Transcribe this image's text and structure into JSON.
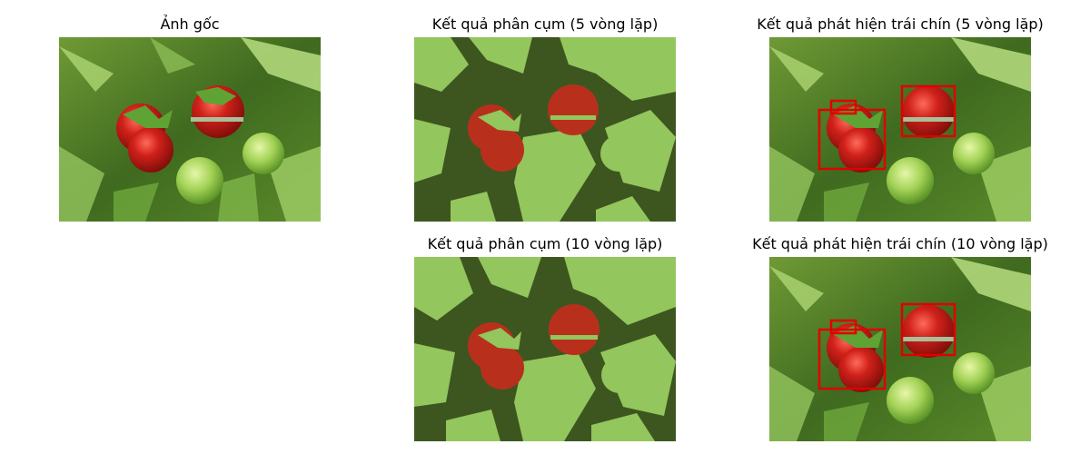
{
  "figure": {
    "panels": [
      {
        "id": "original",
        "title": "Ảnh gốc"
      },
      {
        "id": "cluster5",
        "title": "Kết quả phân cụm (5 vòng lặp)"
      },
      {
        "id": "detect5",
        "title": "Kết quả phát hiện trái chín (5 vòng lặp)"
      },
      {
        "id": "cluster10",
        "title": "Kết quả phân cụm (10 vòng lặp)"
      },
      {
        "id": "detect10",
        "title": "Kết quả phát hiện trái chín (10 vòng lặp)"
      }
    ]
  },
  "colors": {
    "cluster_dark_green": "#3d5620",
    "cluster_light_green": "#93c65c",
    "cluster_red": "#b8301c",
    "box_red": "#e00000"
  }
}
